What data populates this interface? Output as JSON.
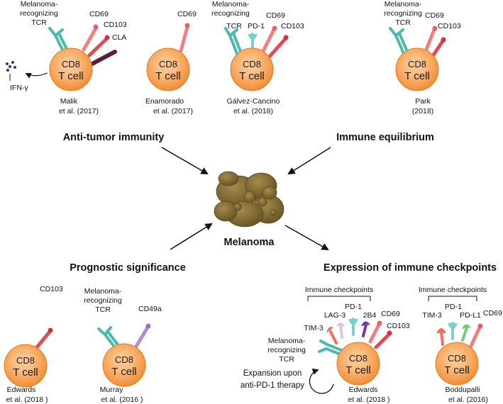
{
  "colors": {
    "cell_fill": "#f7a55a",
    "cell_stroke": "#e07b1f",
    "tcr": "#4cb8b0",
    "cd69": "#f08080",
    "cd103": "#e04b55",
    "cla": "#5a1f3a",
    "pd1": "#7ccfd0",
    "cd49a": "#b28bd0",
    "lag3": "#d8c3ee",
    "b4": "#6b3fa0",
    "pdl1": "#6fcf7a",
    "tim3": "#f06e60",
    "tumor": "#7a6633",
    "ifn": "#4b2a7b"
  },
  "cell_label": {
    "line1": "CD8",
    "line2": "T cell"
  },
  "center": {
    "label": "Melanoma"
  },
  "themes": {
    "anti_tumor": "Anti-tumor immunity",
    "equilibrium": "Immune equilibrium",
    "prognostic": "Prognostic significance",
    "checkpoints": "Expression of immune checkpoints"
  },
  "malik": {
    "tcr1": "Melanoma-",
    "tcr2": "recognizing",
    "tcr3": "TCR",
    "cd69": "CD69",
    "cd103": "CD103",
    "cla": "CLA",
    "ifn": "IFN-γ",
    "cite1": "Malik",
    "cite2": "et al. (2017)"
  },
  "enamorado": {
    "cd69": "CD69",
    "cite1": "Enamorado",
    "cite2": "et al. (2017)"
  },
  "galvez": {
    "tcr1": "Melanoma-",
    "tcr2": "recognizing",
    "tcr3": "TCR",
    "pd1": "PD-1",
    "cd69": "CD69",
    "cd103": "CD103",
    "cite1": "Gálvez-Cancino",
    "cite2": "et al. (2018)"
  },
  "park": {
    "tcr1": "Melanoma-",
    "tcr2": "recognizing",
    "tcr3": "TCR",
    "cd69": "CD69",
    "cd103": "CD103",
    "cite1": "Park",
    "cite2": "(2018)"
  },
  "edwards_a": {
    "cd103": "CD103",
    "cite1": "Edwards",
    "cite2": "et al. (2018 )"
  },
  "murray": {
    "tcr1": "Melanoma-",
    "tcr2": "recognizing",
    "tcr3": "TCR",
    "cd49a": "CD49a",
    "cite1": "Murray",
    "cite2": "et al. (2016 )"
  },
  "edwards_b": {
    "header": "Immune checkpoints",
    "tim3": "TIM-3",
    "lag3": "LAG-3",
    "pd1": "PD-1",
    "b4": "2B4",
    "cd69": "CD69",
    "cd103": "CD103",
    "tcr1": "Melanoma-",
    "tcr2": "recognizing",
    "tcr3": "TCR",
    "exp1": "Expansion upon",
    "exp2": "anti-PD-1 therapy",
    "cite1": "Edwards",
    "cite2": "et al. (2018 )"
  },
  "boddupalli": {
    "header": "Immune checkpoints",
    "tim3": "TIM-3",
    "pd1": "PD-1",
    "pdl1": "PD-L1",
    "cd69": "CD69",
    "cite1": "Boddupalli",
    "cite2": "et al. (2016)"
  }
}
